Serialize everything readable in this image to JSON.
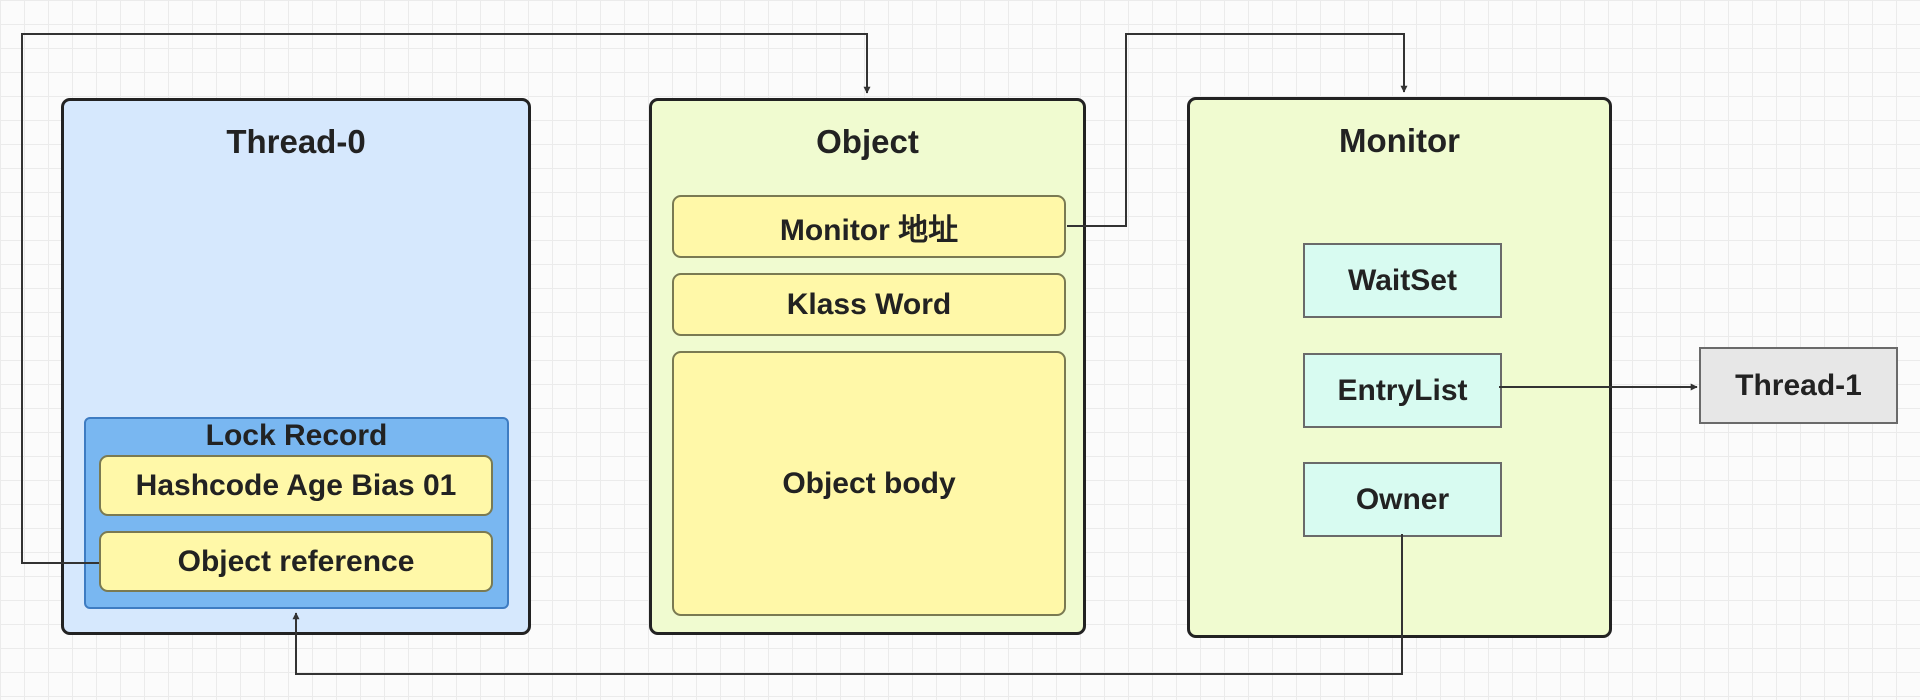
{
  "thread0": {
    "title": "Thread-0",
    "lock_record": {
      "title": "Lock Record",
      "hashcode_label": "Hashcode Age Bias 01",
      "object_reference_label": "Object reference"
    }
  },
  "object": {
    "title": "Object",
    "monitor_address_label": "Monitor 地址",
    "klass_word_label": "Klass Word",
    "body_label": "Object body"
  },
  "monitor": {
    "title": "Monitor",
    "waitset_label": "WaitSet",
    "entrylist_label": "EntryList",
    "owner_label": "Owner"
  },
  "thread1": {
    "label": "Thread-1"
  },
  "colors": {
    "thread_fill": "#d6e8fd",
    "lock_record_fill": "#79b7f1",
    "field_fill": "#fff8a8",
    "object_fill": "#f0fbd0",
    "monitor_slot_fill": "#d8fbf1",
    "thread1_fill": "#e7e7e7",
    "connector": "#333333"
  }
}
